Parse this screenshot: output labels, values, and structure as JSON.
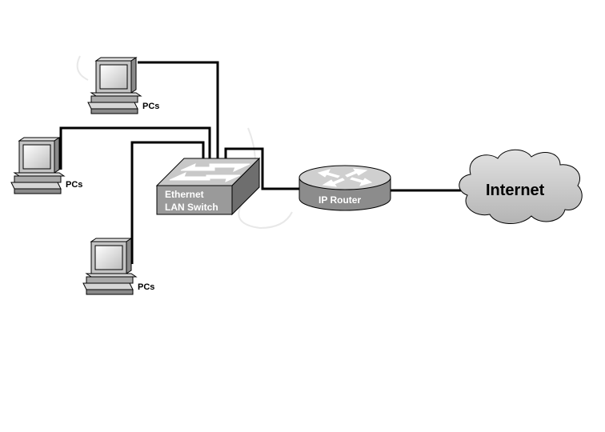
{
  "nodes": {
    "pc_top": {
      "label": "PCs"
    },
    "pc_middle": {
      "label": "PCs"
    },
    "pc_bottom": {
      "label": "PCs"
    },
    "switch": {
      "label_line1": "Ethernet",
      "label_line2": "LAN Switch"
    },
    "router": {
      "label": "IP Router"
    },
    "cloud": {
      "label": "Internet"
    }
  },
  "colors": {
    "line": "#000000",
    "device_light": "#d9d9d9",
    "device_mid": "#a8a8a8",
    "device_dark": "#6e6e6e",
    "cloud": "#c8c8c8"
  }
}
